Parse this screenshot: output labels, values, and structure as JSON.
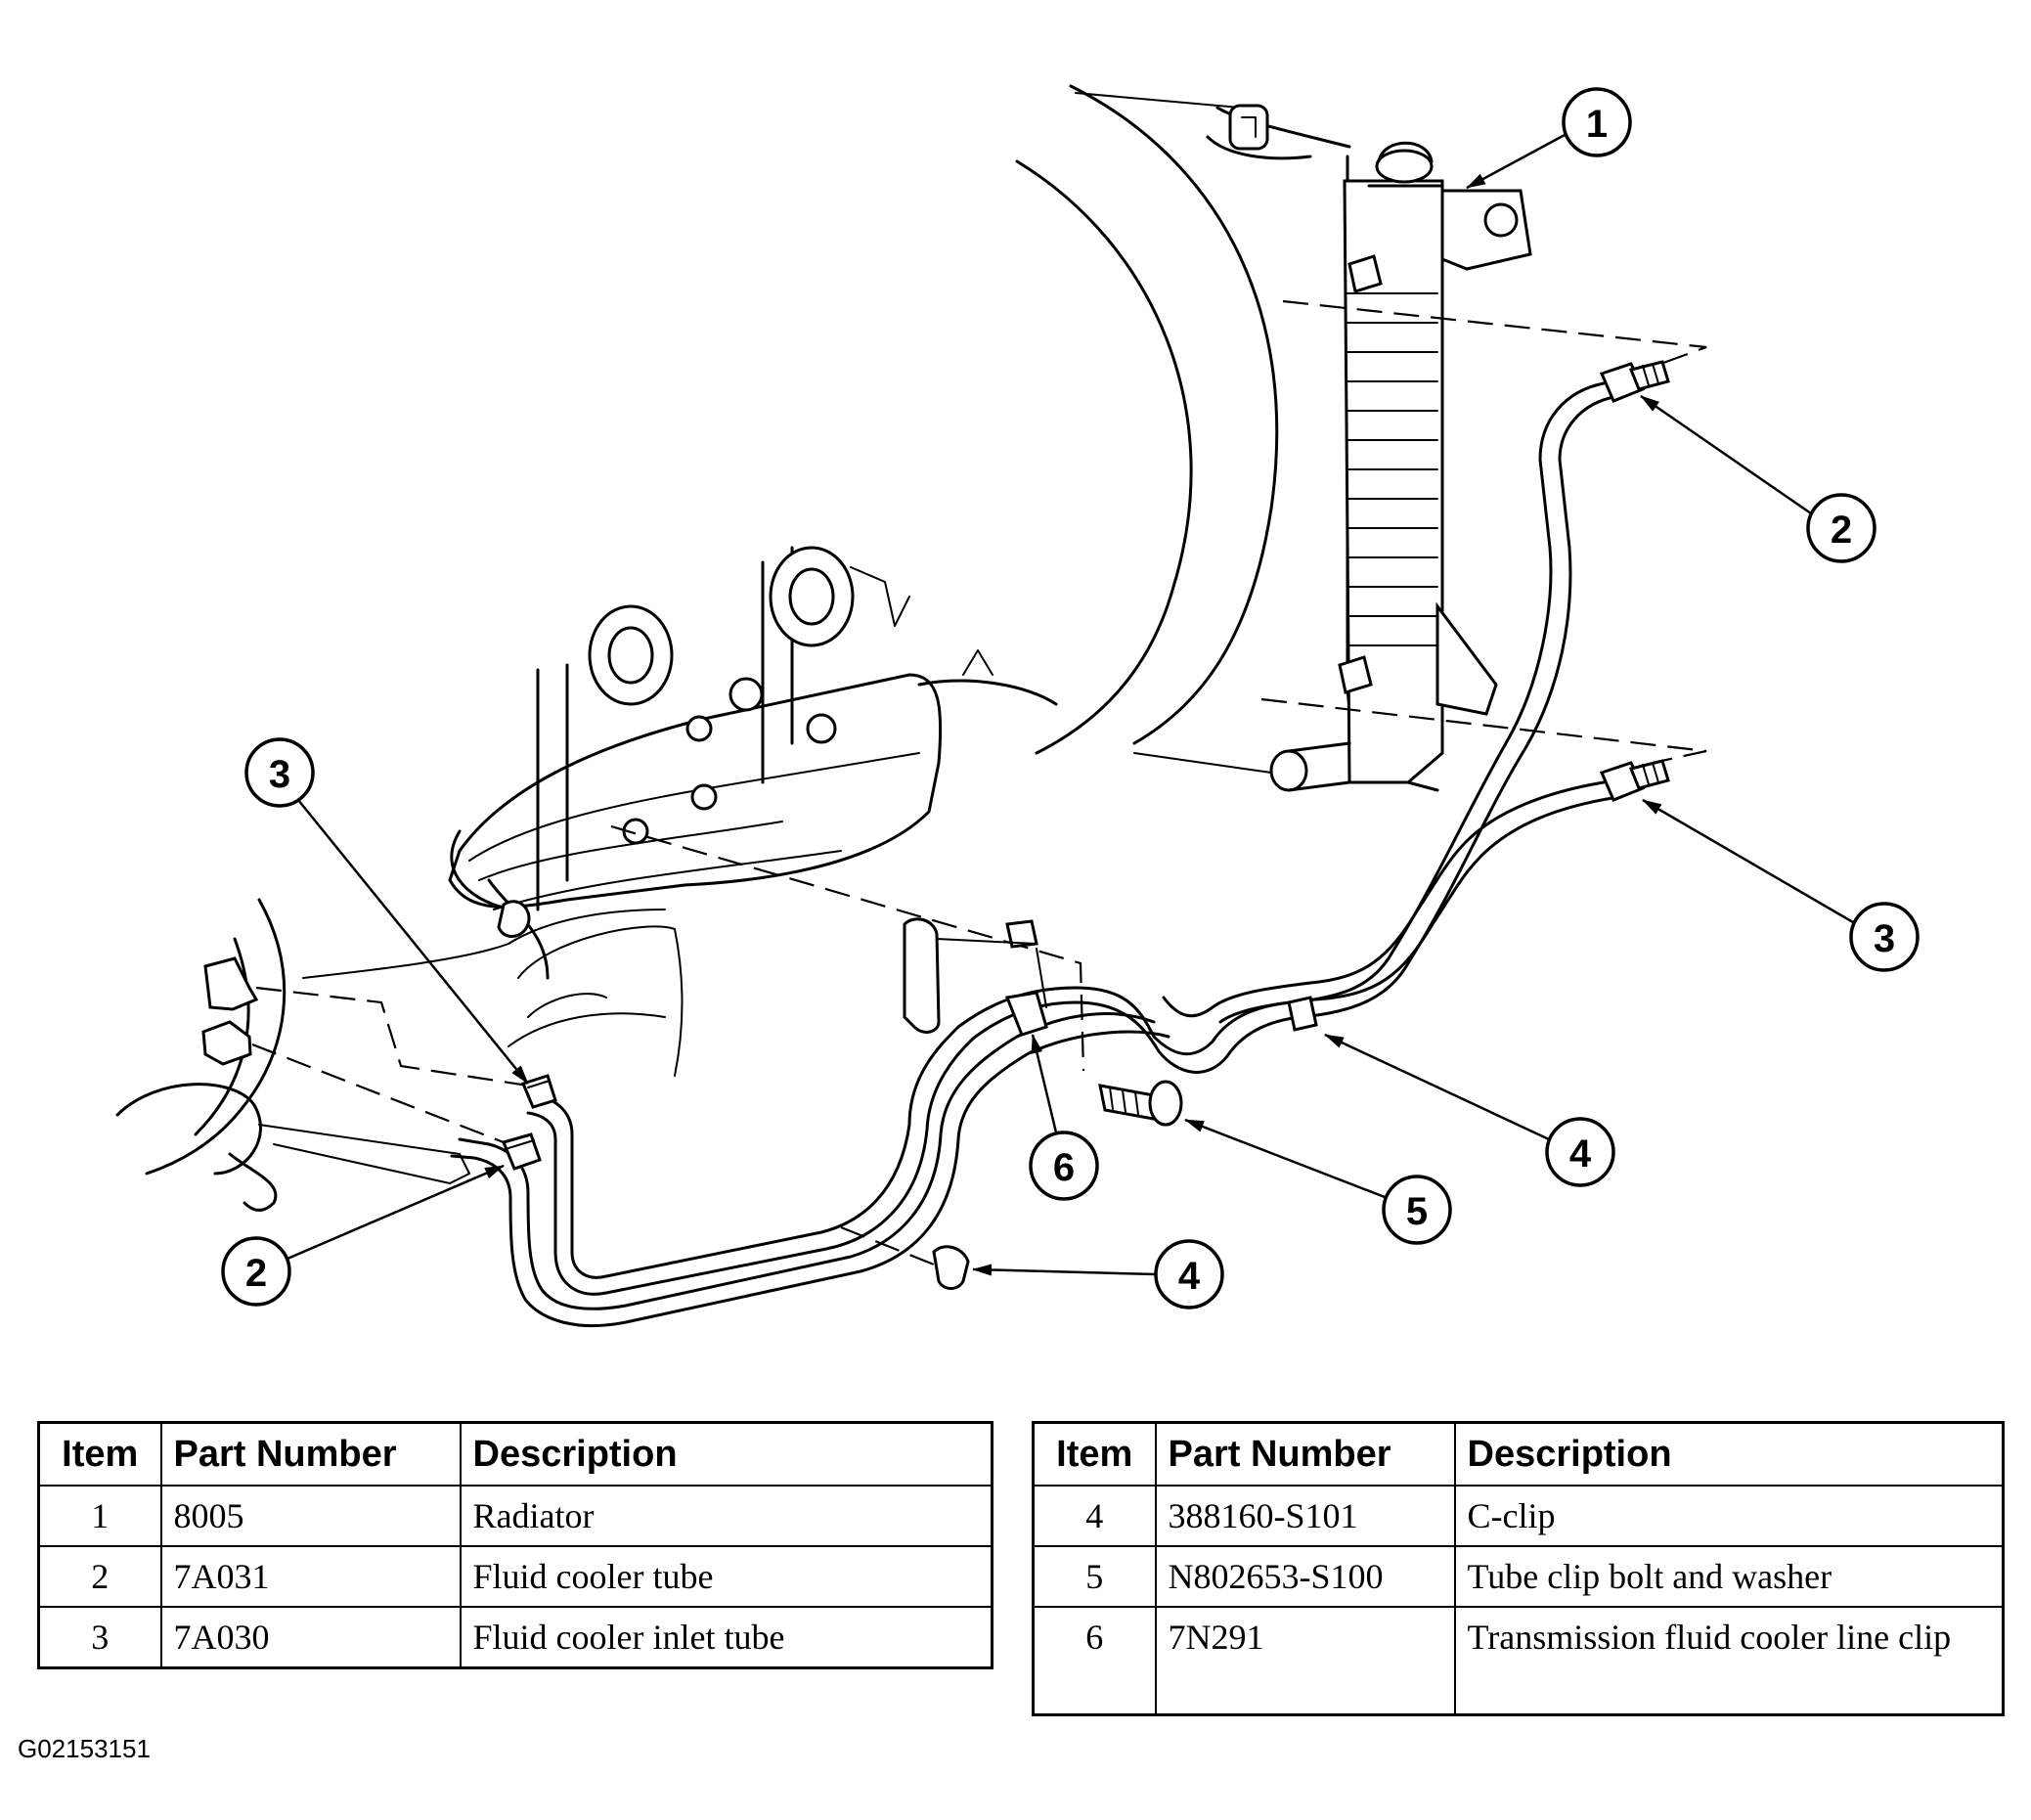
{
  "callouts": [
    "1",
    "2",
    "2",
    "3",
    "3",
    "4",
    "4",
    "5",
    "6"
  ],
  "table_headers": {
    "item": "Item",
    "part_number": "Part Number",
    "description": "Description"
  },
  "parts_left": [
    {
      "item": "1",
      "part_number": "8005",
      "description": "Radiator"
    },
    {
      "item": "2",
      "part_number": "7A031",
      "description": "Fluid cooler tube"
    },
    {
      "item": "3",
      "part_number": "7A030",
      "description": "Fluid cooler inlet tube"
    }
  ],
  "parts_right": [
    {
      "item": "4",
      "part_number": "388160-S101",
      "description": "C-clip"
    },
    {
      "item": "5",
      "part_number": "N802653-S100",
      "description": "Tube clip bolt and washer"
    },
    {
      "item": "6",
      "part_number": "7N291",
      "description": "Transmission fluid cooler line clip"
    }
  ],
  "figure_code": "G02153151"
}
